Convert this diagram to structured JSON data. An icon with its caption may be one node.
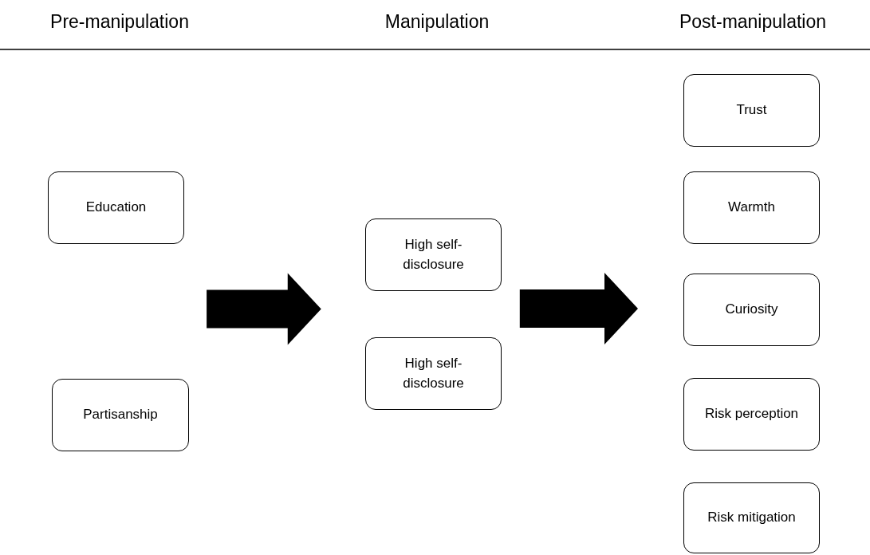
{
  "diagram": {
    "nodes": [
      {
        "text": [
          "Education"
        ]
      },
      {
        "text": [
          "Partisanship"
        ]
      },
      {
        "text": [
          "High self-disclosure"
        ]
      },
      {
        "text": [
          "High self-disclosure"
        ]
      },
      {
        "text": [
          "Trust"
        ]
      },
      {
        "text": [
          "Warmth"
        ]
      },
      {
        "text": [
          "Curiosity"
        ]
      },
      {
        "text": [
          "Risk perception"
        ]
      },
      {
        "text": [
          "Risk mitigation"
        ]
      }
    ],
    "edges": [
      {
        "from": 0,
        "to": 2,
        "arrow": "to",
        "style": "thick"
      },
      {
        "from": 0,
        "to": 3,
        "arrow": "to",
        "style": "thick"
      },
      {
        "from": 1,
        "to": 2,
        "arrow": "to",
        "style": "thick"
      },
      {
        "from": 1,
        "to": 3,
        "arrow": "to",
        "style": "thick"
      },
      {
        "from": 2,
        "to": 5,
        "arrow": "to",
        "style": "thick"
      },
      {
        "from": 2,
        "to": 6,
        "arrow": "to",
        "style": "thick"
      },
      {
        "from": 2,
        "to": 7,
        "arrow": "to",
        "style": "thick"
      },
      {
        "from": 3,
        "to": 5,
        "arrow": "to",
        "style": "thick"
      },
      {
        "from": 3,
        "to": 6,
        "arrow": "to",
        "style": "thick"
      },
      {
        "from": 3,
        "to": 7,
        "arrow": "to",
        "style": "thick"
      }
    ],
    "labels": [
      "Pre-manipulation",
      "Manipulation",
      "Post-manipulation"
    ]
  }
}
